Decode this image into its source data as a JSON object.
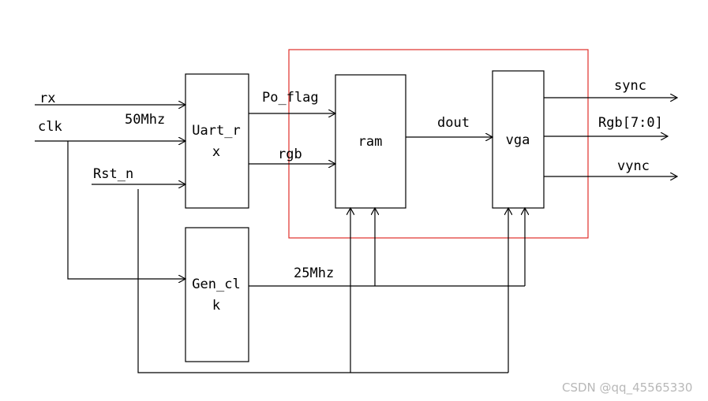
{
  "blocks": {
    "uart": {
      "line1": "Uart_r",
      "line2": "x"
    },
    "gen": {
      "line1": "Gen_cl",
      "line2": "k"
    },
    "ram": {
      "label": "ram"
    },
    "vga": {
      "label": "vga"
    }
  },
  "signals": {
    "rx": "rx",
    "clk": "clk",
    "rst": "Rst_n",
    "clk50": "50Mhz",
    "po_flag": "Po_flag",
    "rgb": "rgb",
    "dout": "dout",
    "clk25": "25Mhz",
    "sync": "sync",
    "rgb_out": "Rgb[7:0]",
    "vync": "vync"
  },
  "colors": {
    "frame": "#e0302a",
    "line": "#000000"
  },
  "watermark": "CSDN @qq_45565330"
}
